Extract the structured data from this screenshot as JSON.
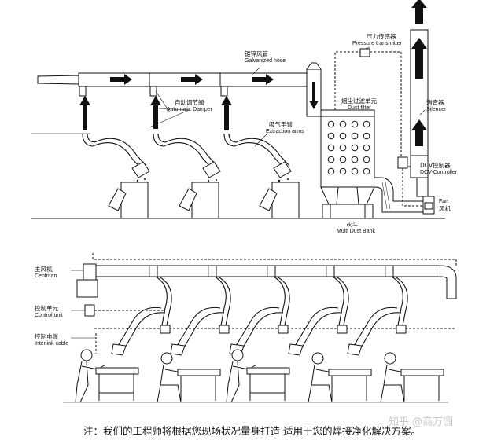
{
  "labels": {
    "galvanized_hose": {
      "zh": "镀锌风管",
      "en": "Galvanized hose"
    },
    "automatic_damper": {
      "zh": "自动调节阀",
      "en": "Automatic Damper"
    },
    "extraction_arms": {
      "zh": "吸气手臂",
      "en": "Extraction arms"
    },
    "pressure_transmitter": {
      "zh": "压力传感器",
      "en": "Pressure transmitter"
    },
    "dust_filter": {
      "zh": "烟尘过滤单元",
      "en": "Dust filter"
    },
    "silencer": {
      "zh": "消音器",
      "en": "Silencer"
    },
    "dcv_controller": {
      "zh": "DCV控制器",
      "en": "DCV-Controller"
    },
    "fan": {
      "en": "Fan",
      "zh": "风机"
    },
    "dust_bank": {
      "zh": "灰斗",
      "en": "Multi Dust Bank"
    },
    "centrifan": {
      "zh": "主风机",
      "en": "Centrifan"
    },
    "control_unit": {
      "zh": "控制单元",
      "en": "Control unit"
    },
    "interlink_cable": {
      "zh": "控制电缆",
      "en": "Interlink cable"
    }
  },
  "footer_note": "注：我们的工程师将根据您现场状况量身打造   适用于您的焊接净化解决方案。",
  "watermark": "知乎 @商万国",
  "colors": {
    "line": "#111111",
    "background": "#ffffff",
    "watermark": "#c8c8c8"
  }
}
